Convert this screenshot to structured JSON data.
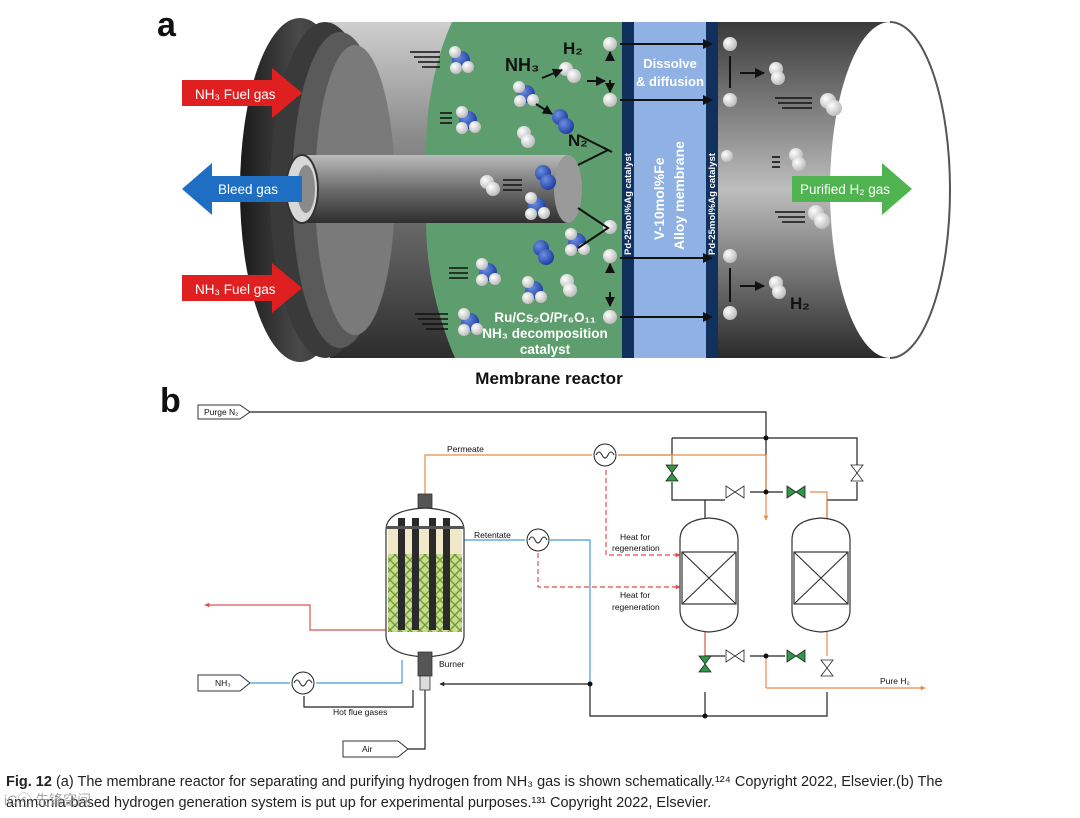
{
  "panel_a": {
    "label": "a",
    "fuel_in_top": "NH₃ Fuel gas",
    "fuel_in_bottom": "NH₃ Fuel gas",
    "bleed": "Bleed gas",
    "purified": "Purified H₂ gas",
    "nh3": "NH₃",
    "h2_top": "H₂",
    "n2": "N₂",
    "h2_right": "H₂",
    "dissolve_1": "Dissolve",
    "dissolve_2": "& diffusion",
    "catalyst_left": "Pd-25mol%Ag catalyst",
    "alloy_1": "V-10mol%Fe",
    "alloy_2": "Alloy membrane",
    "catalyst_right": "Pd-25mol%Ag catalyst",
    "decomp_1": "Ru/Cs₂O/Pr₆O₁₁",
    "decomp_2": "NH₃ decomposition",
    "decomp_3": "catalyst",
    "title": "Membrane reactor"
  },
  "panel_b": {
    "label": "b",
    "purge": "Purge N₂",
    "permeate": "Permeate",
    "retentate": "Retentate",
    "heat1_1": "Heat for",
    "heat1_2": "regeneration",
    "heat2_1": "Heat for",
    "heat2_2": "regeneration",
    "burner": "Burner",
    "nh3": "NH₃",
    "hot_flue": "Hot flue gases",
    "air": "Air",
    "pure_h2": "Pure H₂"
  },
  "caption": {
    "fig": "Fig. 12",
    "line1": "(a) The membrane reactor for separating and purifying hydrogen from NH₃ gas is shown schematically.¹²⁴ Copyright 2022, Elsevier.(b) The",
    "line2": "ammonia-based hydrogen generation system is put up for experimental purposes.¹³¹ Copyright 2022, Elsevier."
  },
  "watermark": "iCⓒ 先锋空间",
  "colors": {
    "green_zone": "#5e9e6e",
    "membrane_blue": "#8fb1e3",
    "membrane_navy": "#10305e",
    "arrow_red": "#e02020",
    "arrow_blue": "#1e6fc4",
    "arrow_green": "#4fb34f",
    "line_orange": "#e88a4a",
    "line_blue": "#4a9ad6",
    "valve_green": "#2e9a46"
  }
}
